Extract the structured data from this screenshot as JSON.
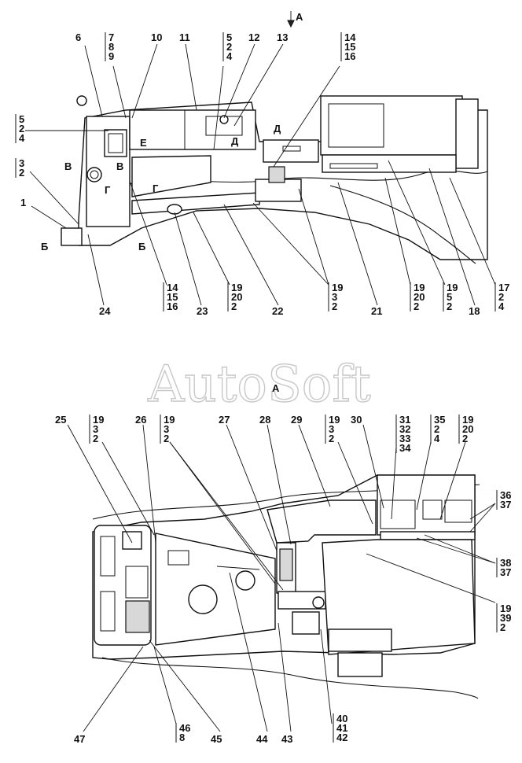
{
  "watermark": "AutoSoft",
  "view_a_arrow_label": "А",
  "view_a_title": "А",
  "section_marks": [
    "В",
    "В",
    "Г",
    "Г",
    "Д",
    "Д",
    "Е",
    "Б",
    "Б"
  ],
  "top_view": {
    "callouts": [
      "6",
      "7\n8\n9",
      "10",
      "11",
      "5\n2\n4",
      "12",
      "13",
      "14\n15\n16",
      "5\n2\n4",
      "3\n2",
      "1",
      "24",
      "14\n15\n16",
      "23",
      "19\n20\n2",
      "22",
      "19\n3\n2",
      "21",
      "19\n20\n2",
      "19\n5\n2",
      "18",
      "17\n2\n4"
    ]
  },
  "plan_view": {
    "callouts": [
      "25",
      "19\n3\n2",
      "26",
      "19\n3\n2",
      "27",
      "28",
      "29",
      "19\n3\n2",
      "30",
      "31\n32\n33\n34",
      "35\n2\n4",
      "19\n20\n2",
      "36\n37",
      "38\n37",
      "19\n39\n2",
      "47",
      "46\n8",
      "45",
      "44",
      "43",
      "40\n41\n42"
    ]
  }
}
